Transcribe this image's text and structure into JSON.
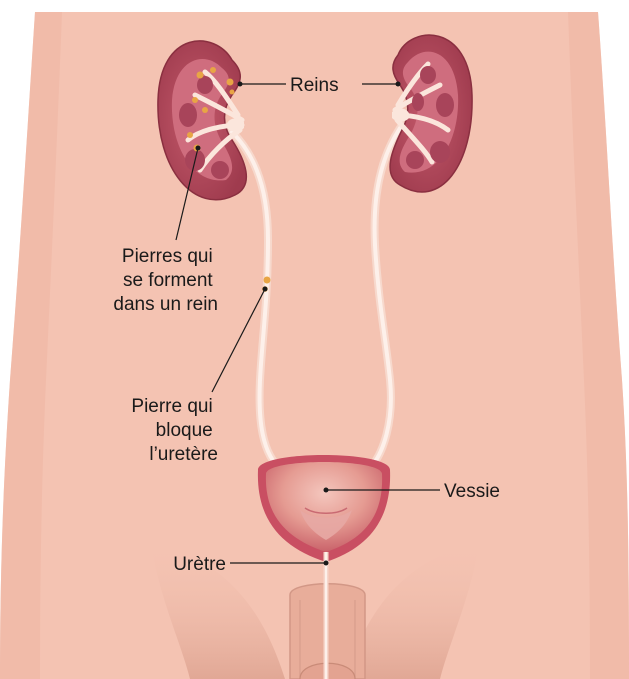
{
  "labels": {
    "kidneys": "Reins",
    "stones_forming": [
      "Pierres qui",
      "se forment",
      "dans un rein"
    ],
    "stone_blocking": [
      "Pierre qui",
      "bloque",
      "l’uretère"
    ],
    "bladder": "Vessie",
    "urethra": "Urètre"
  },
  "colors": {
    "skin": "#f4c3b2",
    "skin_shadow": "#e7ab97",
    "kidney": "#b24b5d",
    "kidney_light": "#d77b8a",
    "ureter": "#fbe6dc",
    "stone": "#e8a545",
    "bladder_wall": "#c94f62",
    "line": "#1a1a1a"
  }
}
